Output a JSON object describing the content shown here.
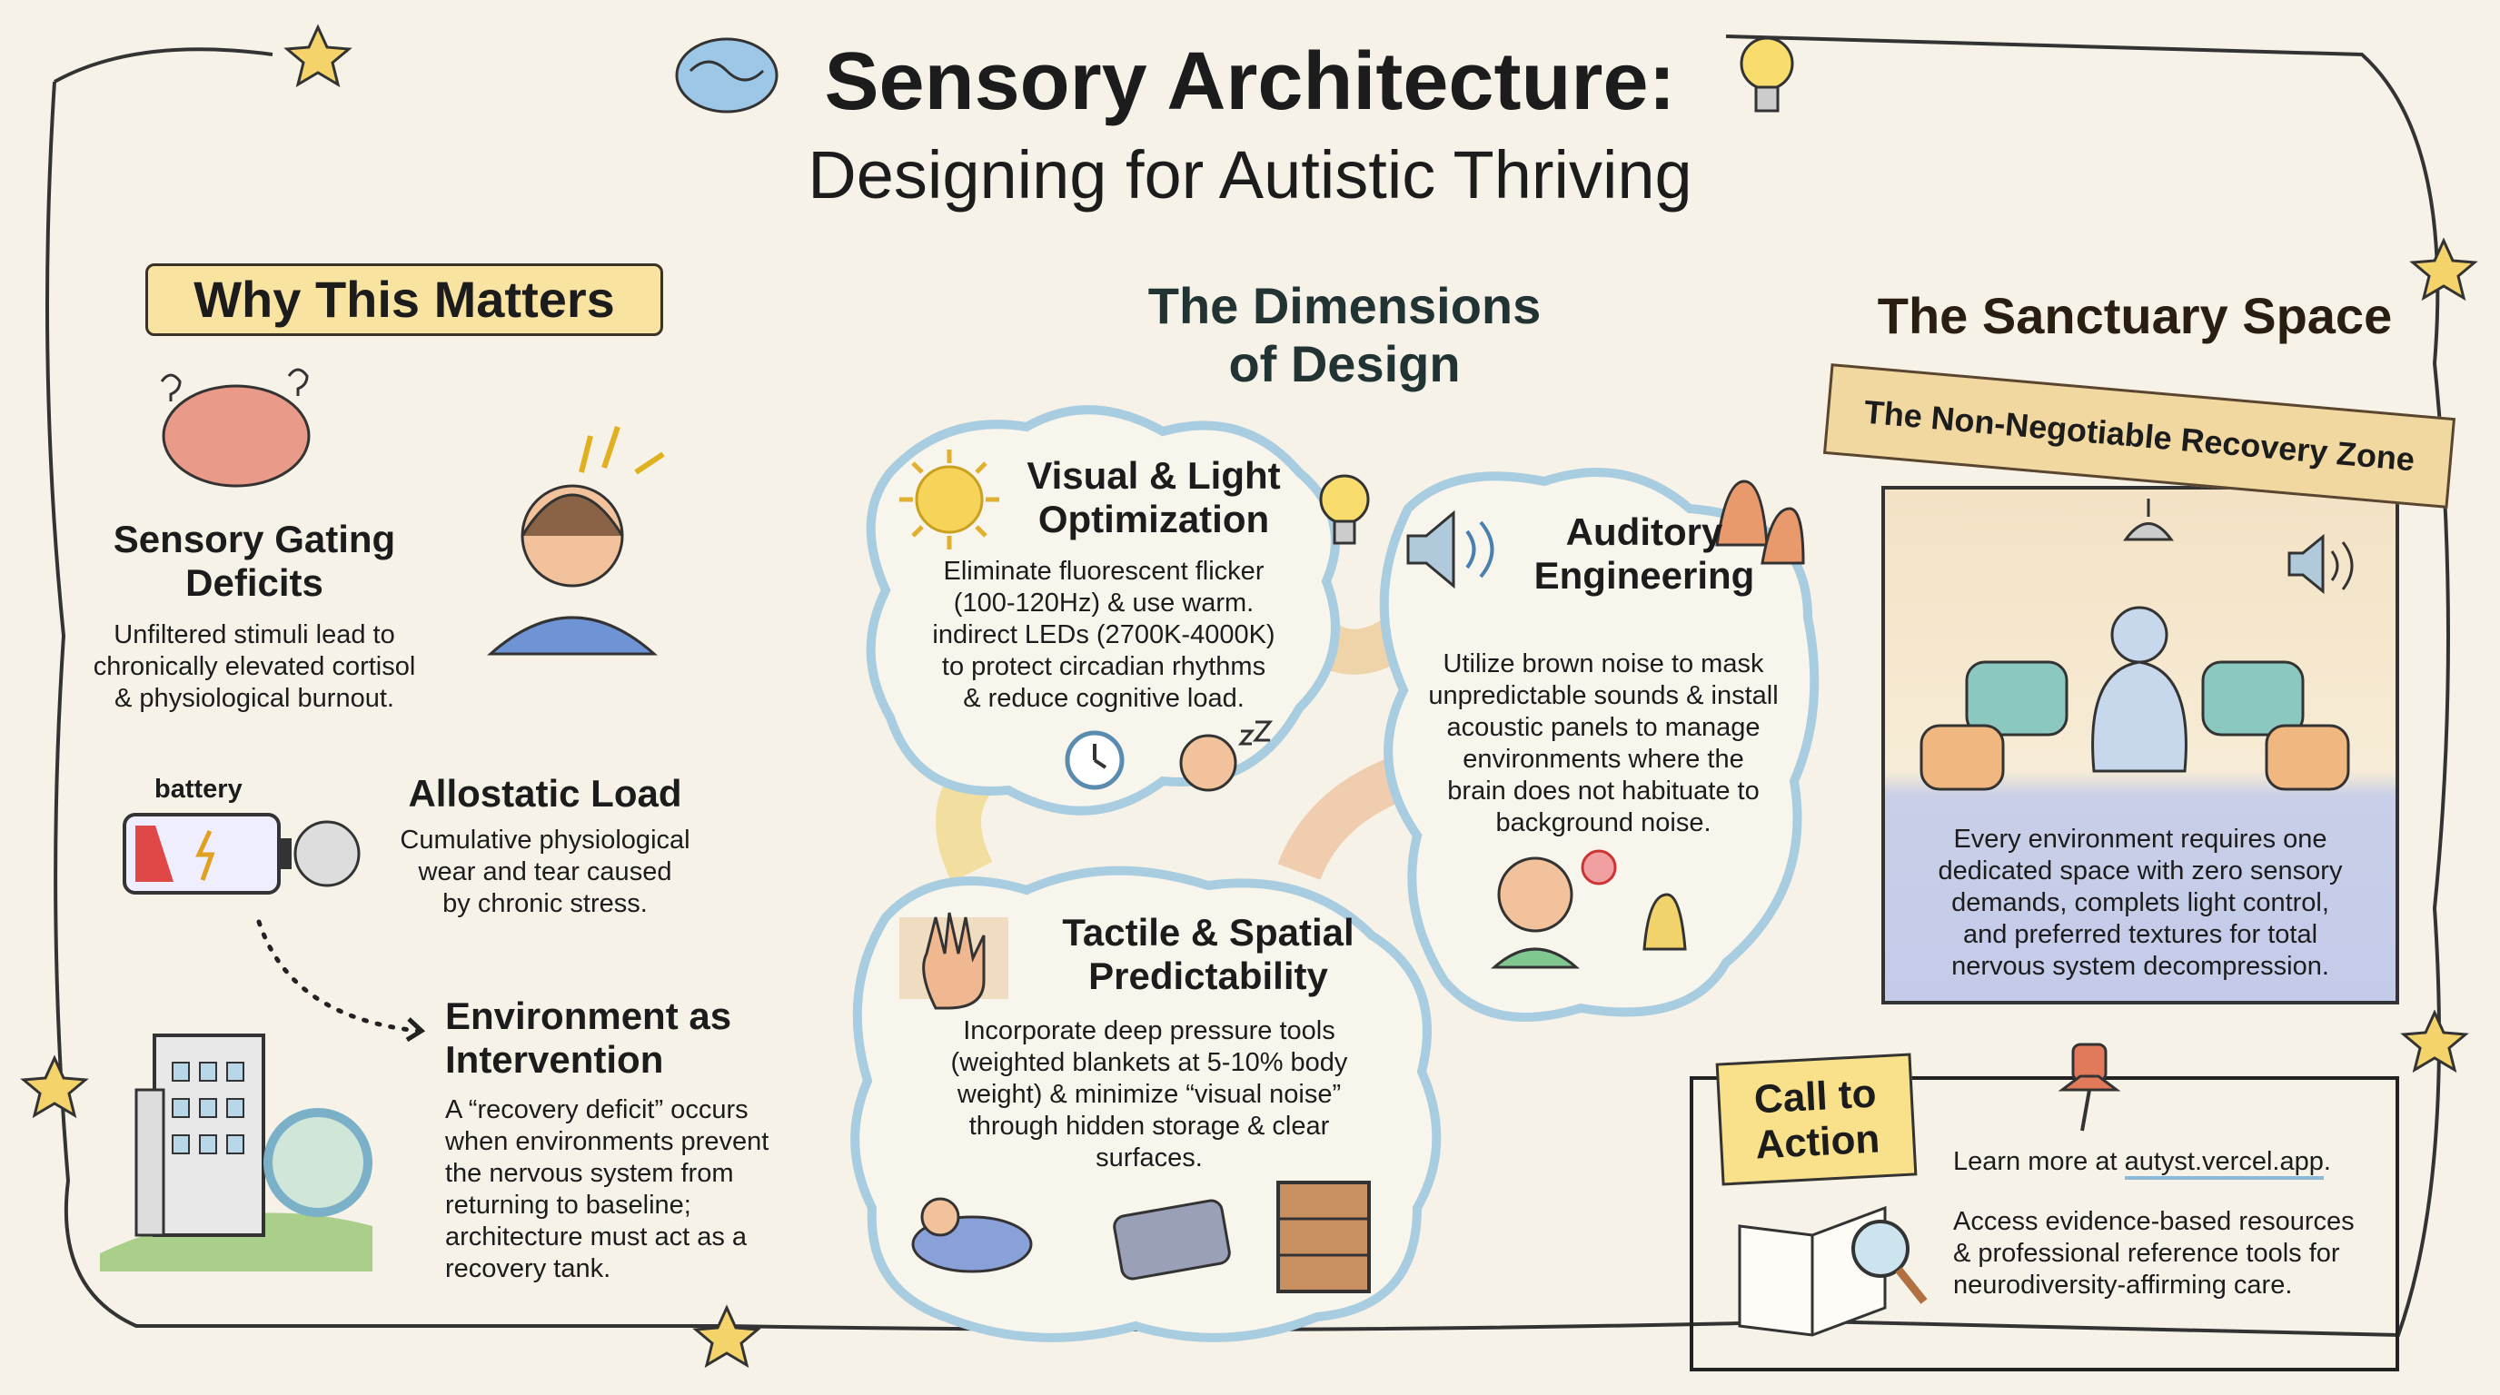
{
  "header": {
    "title": "Sensory Architecture:",
    "subtitle": "Designing for Autistic Thriving"
  },
  "why": {
    "label": "Why This Matters",
    "sensory": {
      "title_1": "Sensory Gating",
      "title_2": "Deficits",
      "body": [
        "Unfiltered stimuli lead to",
        "chronically elevated cortisol",
        "& physiological burnout."
      ]
    },
    "allostatic": {
      "battery_label": "battery",
      "title": "Allostatic Load",
      "body": [
        "Cumulative physiological",
        "wear and tear caused",
        "by chronic stress."
      ]
    },
    "environment": {
      "title_1": "Environment as",
      "title_2": "Intervention",
      "body": [
        "A “recovery deficit” occurs",
        "when environments prevent",
        "the nervous system from",
        "returning to baseline;",
        "architecture must act as a",
        "recovery tank."
      ]
    }
  },
  "dimensions": {
    "title_1": "The Dimensions",
    "title_2": "of Design",
    "visual": {
      "title_1": "Visual & Light",
      "title_2": "Optimization",
      "body": [
        "Eliminate fluorescent flicker",
        "(100-120Hz) & use warm.",
        "indirect LEDs (2700K-4000K)",
        "to protect circadian rhythms",
        "& reduce cognitive load."
      ]
    },
    "auditory": {
      "title_1": "Auditory",
      "title_2": "Engineering",
      "body": [
        "Utilize brown noise to mask",
        "unpredictable sounds & install",
        "acoustic panels to manage",
        "environments where the",
        "brain does not habituate to",
        "background noise."
      ]
    },
    "tactile": {
      "title_1": "Tactile & Spatial",
      "title_2": "Predictability",
      "body": [
        "Incorporate deep pressure tools",
        "(weighted blankets at 5-10% body",
        "weight) & minimize “visual noise”",
        "through hidden storage & clear",
        "surfaces."
      ]
    }
  },
  "sanctuary": {
    "title": "The Sanctuary Space",
    "banner": "The Non-Negotiable Recovery Zone",
    "body": [
      "Every environment requires one",
      "dedicated space with zero sensory",
      "demands, complets light control,",
      "and preferred textures for total",
      "nervous system decompression."
    ]
  },
  "cta": {
    "note_1": "Call to",
    "note_2": "Action",
    "learn_prefix": "Learn more at ",
    "link": "autyst.vercel.app",
    "learn_suffix": ".",
    "access": [
      "Access evidence-based resources",
      "& professional reference tools for",
      "neurodiversity-affirming care."
    ]
  }
}
